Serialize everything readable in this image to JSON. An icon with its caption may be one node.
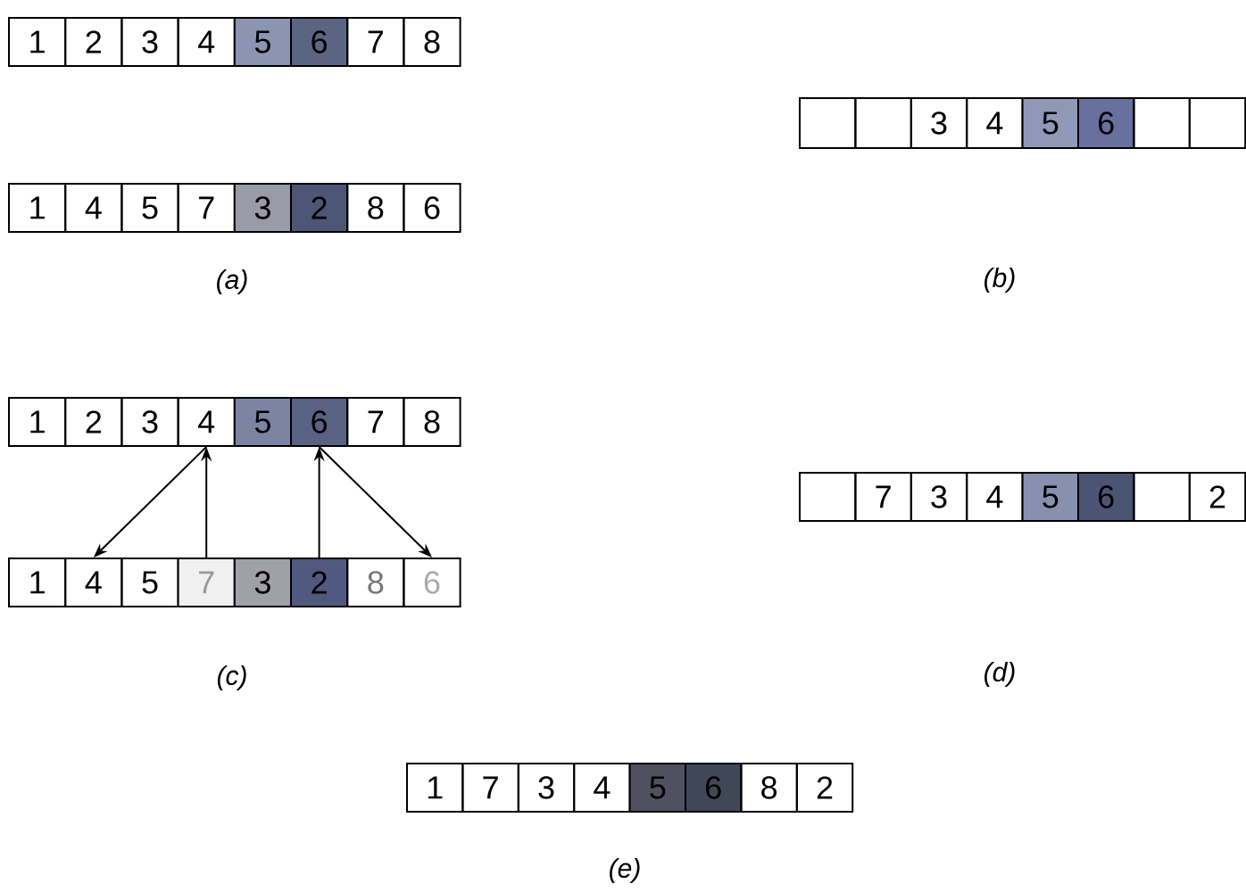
{
  "diagram": {
    "nodes": [
      {
        "text": [
          "1"
        ]
      },
      {
        "text": [
          "2"
        ]
      },
      {
        "text": [
          "3"
        ]
      },
      {
        "text": [
          "4"
        ]
      },
      {
        "text": [
          "5"
        ]
      },
      {
        "text": [
          "6"
        ]
      },
      {
        "text": [
          "7"
        ]
      },
      {
        "text": [
          "8"
        ]
      },
      {
        "text": [
          "1"
        ]
      },
      {
        "text": [
          "4"
        ]
      },
      {
        "text": [
          "5"
        ]
      },
      {
        "text": [
          "7"
        ]
      },
      {
        "text": [
          "3"
        ]
      },
      {
        "text": [
          "2"
        ]
      },
      {
        "text": [
          "8"
        ]
      },
      {
        "text": [
          "6"
        ]
      },
      {
        "text": [],
        "shape": "box"
      },
      {
        "text": [],
        "shape": "box"
      },
      {
        "text": [
          "3"
        ]
      },
      {
        "text": [
          "4"
        ]
      },
      {
        "text": [
          "5"
        ]
      },
      {
        "text": [
          "6"
        ]
      },
      {
        "text": [],
        "shape": "box"
      },
      {
        "text": [],
        "shape": "box"
      },
      {
        "text": [
          "1"
        ]
      },
      {
        "text": [
          "2"
        ]
      },
      {
        "text": [
          "3"
        ]
      },
      {
        "text": [
          "4"
        ]
      },
      {
        "text": [
          "5"
        ]
      },
      {
        "text": [
          "6"
        ]
      },
      {
        "text": [
          "7"
        ]
      },
      {
        "text": [
          "8"
        ]
      },
      {
        "text": [
          "1"
        ]
      },
      {
        "text": [
          "4"
        ]
      },
      {
        "text": [
          "5"
        ]
      },
      {
        "text": [
          "7"
        ]
      },
      {
        "text": [
          "3"
        ]
      },
      {
        "text": [
          "2"
        ]
      },
      {
        "text": [
          "8"
        ]
      },
      {
        "text": [
          "6"
        ]
      },
      {
        "text": [],
        "shape": "box"
      },
      {
        "text": [
          "7"
        ]
      },
      {
        "text": [
          "3"
        ]
      },
      {
        "text": [
          "4"
        ]
      },
      {
        "text": [
          "5"
        ]
      },
      {
        "text": [
          "6"
        ]
      },
      {
        "text": [],
        "shape": "box"
      },
      {
        "text": [
          "2"
        ]
      },
      {
        "text": [
          "1"
        ]
      },
      {
        "text": [
          "7"
        ]
      },
      {
        "text": [
          "3"
        ]
      },
      {
        "text": [
          "4"
        ]
      },
      {
        "text": [
          "5"
        ]
      },
      {
        "text": [
          "6"
        ]
      },
      {
        "text": [
          "8"
        ]
      },
      {
        "text": [
          "2"
        ]
      }
    ],
    "edges": [
      {
        "from": 27,
        "to": 33,
        "arrow": "to"
      },
      {
        "from": 35,
        "to": 27,
        "arrow": "to"
      },
      {
        "from": 37,
        "to": 29,
        "arrow": "to"
      },
      {
        "from": 29,
        "to": 39,
        "arrow": "to"
      }
    ],
    "labels": [
      "(a)",
      "(b)",
      "(c)",
      "(d)",
      "(e)"
    ]
  }
}
